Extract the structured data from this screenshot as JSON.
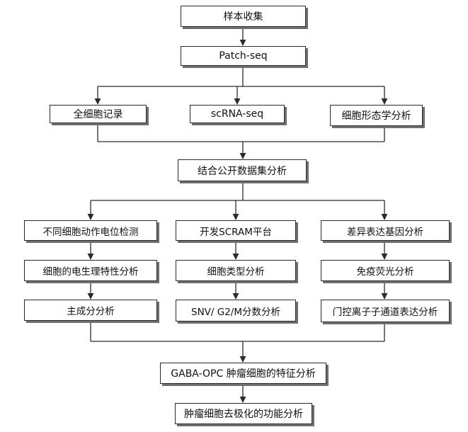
{
  "nodes": {
    "sample_collection": "样本收集",
    "patch_seq": "Patch-seq",
    "whole_cell_recording": "全细胞记录",
    "scrna_seq": "scRNA-seq",
    "cell_morphology": "细胞形态学分析",
    "public_data_analysis": "结合公开数据集分析",
    "action_potential_detection": "不同细胞动作电位检测",
    "electrophysiology_analysis": "细胞的电生理特性分析",
    "principal_component": "主成分分析",
    "scram_platform": "开发SCRAM平台",
    "cell_type_analysis": "细胞类型分析",
    "snv_g2m_analysis": "SNV/ G2/M分数分析",
    "differential_expression": "差异表达基因分析",
    "immunofluorescence": "免疫荧光分析",
    "ion_channel_expression": "门控离子子通道表达分析",
    "gaba_opc_analysis": "GABA-OPC 肿瘤细胞的特征分析",
    "depolarization_function": "肿瘤细胞去极化的功能分析"
  }
}
